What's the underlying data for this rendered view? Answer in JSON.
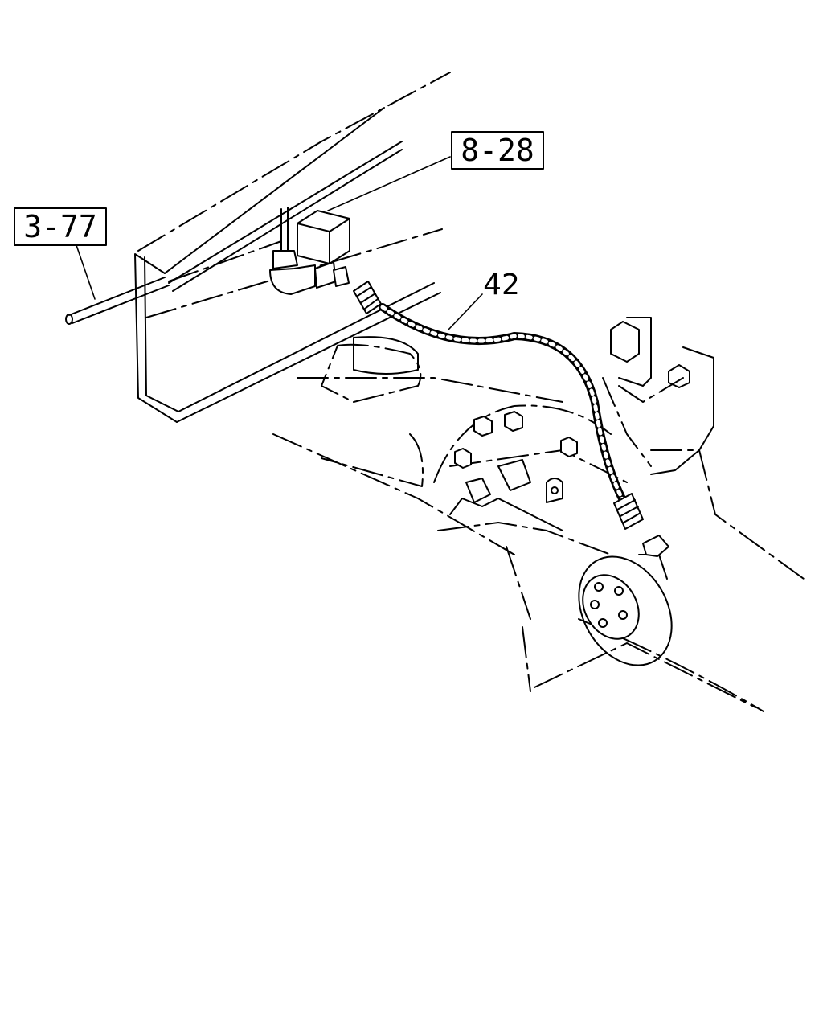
{
  "callouts": {
    "ref_left": "3-77",
    "ref_top": "8-28",
    "part_number": "42"
  }
}
